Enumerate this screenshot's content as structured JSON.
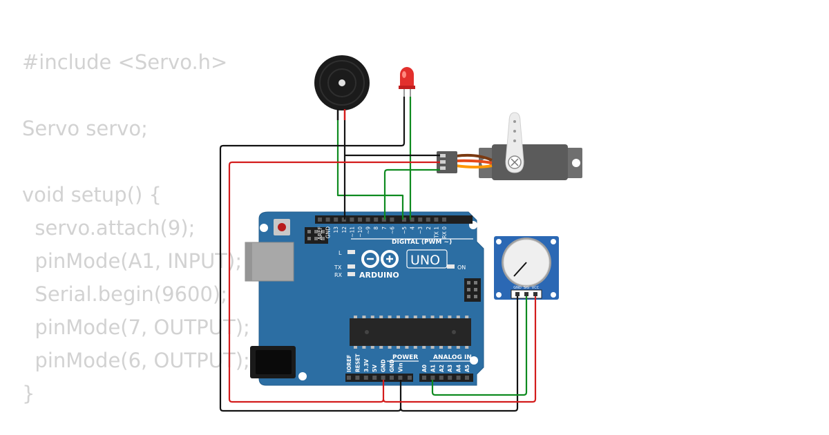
{
  "code_lines": [
    "#include <Servo.h>",
    "",
    "Servo servo;",
    "",
    "void setup() {",
    "  servo.attach(9);",
    "  pinMode(A1, INPUT);",
    "  Serial.begin(9600);",
    "  pinMode(7, OUTPUT);",
    "  pinMode(6, OUTPUT);",
    "}"
  ],
  "board": {
    "brand": "ARDUINO",
    "model": "UNO",
    "digital_label": "DIGITAL (PWM ~)",
    "power_label": "POWER",
    "analog_label": "ANALOG IN",
    "led_l": "L",
    "led_tx": "TX",
    "led_rx": "RX",
    "led_on": "ON",
    "digital_pins": [
      "AREF",
      "GND",
      "13",
      "12",
      "~11",
      "~10",
      "~9",
      "8",
      "7",
      "~6",
      "~5",
      "4",
      "~3",
      "2",
      "TX 1",
      "RX 0"
    ],
    "power_pins": [
      "IOREF",
      "RESET",
      "3.3V",
      "5V",
      "GND",
      "GND",
      "Vin"
    ],
    "analog_pins": [
      "A0",
      "A1",
      "A2",
      "A3",
      "A4",
      "A5"
    ]
  },
  "potentiometer": {
    "pins": [
      "GND",
      "SIG",
      "VCC"
    ]
  },
  "colors": {
    "board": "#2c6ea3",
    "wire_black": "#111111",
    "wire_red": "#d31b1b",
    "wire_green": "#0d8a1f",
    "code_text": "#d2d2d2"
  }
}
